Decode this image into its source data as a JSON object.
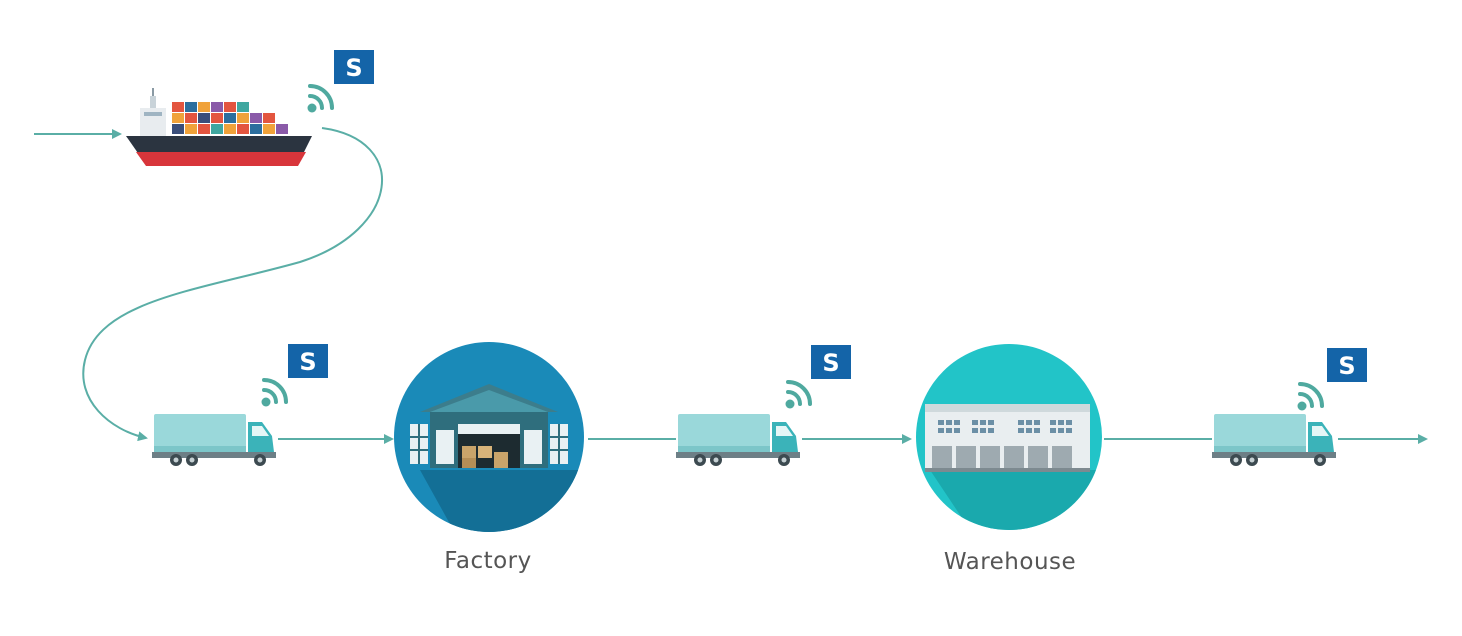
{
  "nodes": {
    "factory": {
      "label": "Factory"
    },
    "warehouse": {
      "label": "Warehouse"
    }
  },
  "sensor_badge": {
    "text": "S"
  },
  "icons": {
    "ship": "container-ship-icon",
    "truck": "truck-icon",
    "wifi": "wifi-signal-icon",
    "sensor": "sensor-badge-icon",
    "factory": "factory-icon",
    "warehouse": "warehouse-icon"
  },
  "colors": {
    "flow_line": "#5aaea6",
    "badge_blue": "#1464a8",
    "factory_circle": "#1a8ab8",
    "warehouse_circle": "#22c4c8",
    "truck_body": "#8fd3d6",
    "truck_cab": "#3bb3b9"
  }
}
